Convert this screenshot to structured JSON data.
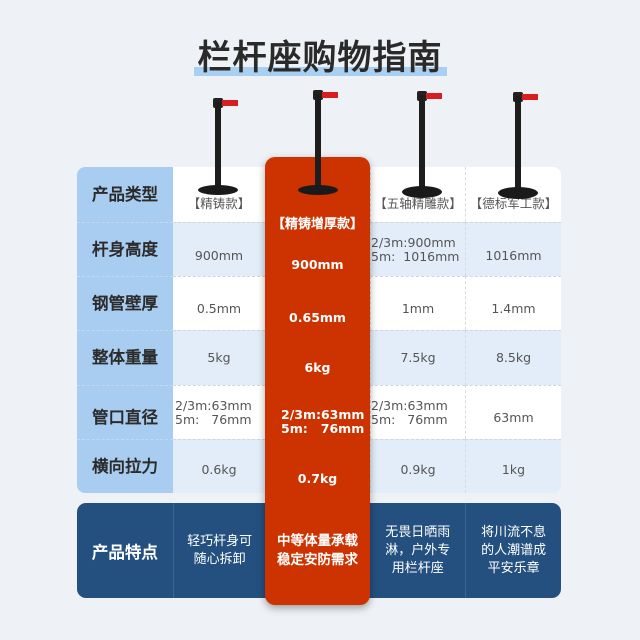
{
  "title": "栏杆座购物指南",
  "colors": {
    "highlight": "#cc3300",
    "label_bg": "#a9cdf0",
    "alt_row": "#e2edf9",
    "feature_bg": "#24507f",
    "tape_red": "#d81e1e"
  },
  "rows": {
    "type": {
      "label": "产品类型",
      "values": [
        "【精铸款】",
        "【精铸增厚款】",
        "【五轴精雕款】",
        "【德标军工款】"
      ]
    },
    "height": {
      "label": "杆身高度",
      "values": [
        "900mm",
        "900mm",
        [
          "2/3m:900mm",
          "5m:  1016mm"
        ],
        "1016mm"
      ]
    },
    "wall": {
      "label": "钢管壁厚",
      "values": [
        "0.5mm",
        "0.65mm",
        "1mm",
        "1.4mm"
      ]
    },
    "weight": {
      "label": "整体重量",
      "values": [
        "5kg",
        "6kg",
        "7.5kg",
        "8.5kg"
      ]
    },
    "diameter": {
      "label": "管口直径",
      "values": [
        [
          "2/3m:63mm",
          "5m:   76mm"
        ],
        [
          "2/3m:63mm",
          "5m:   76mm"
        ],
        [
          "2/3m:63mm",
          "5m:   76mm"
        ],
        "63mm"
      ]
    },
    "pull": {
      "label": "横向拉力",
      "values": [
        "0.6kg",
        "0.7kg",
        "0.9kg",
        "1kg"
      ]
    }
  },
  "features": {
    "label": "产品特点",
    "values": [
      [
        "轻巧杆身可",
        "随心拆卸"
      ],
      [
        "中等体量承载",
        "稳定安防需求"
      ],
      [
        "无畏日晒雨",
        "淋，户外专",
        "用栏杆座"
      ],
      [
        "将川流不息",
        "的人潮谱成",
        "平安乐章"
      ]
    ]
  },
  "icons": [
    "stanchion-icon",
    "stanchion-icon",
    "stanchion-icon",
    "stanchion-icon"
  ]
}
